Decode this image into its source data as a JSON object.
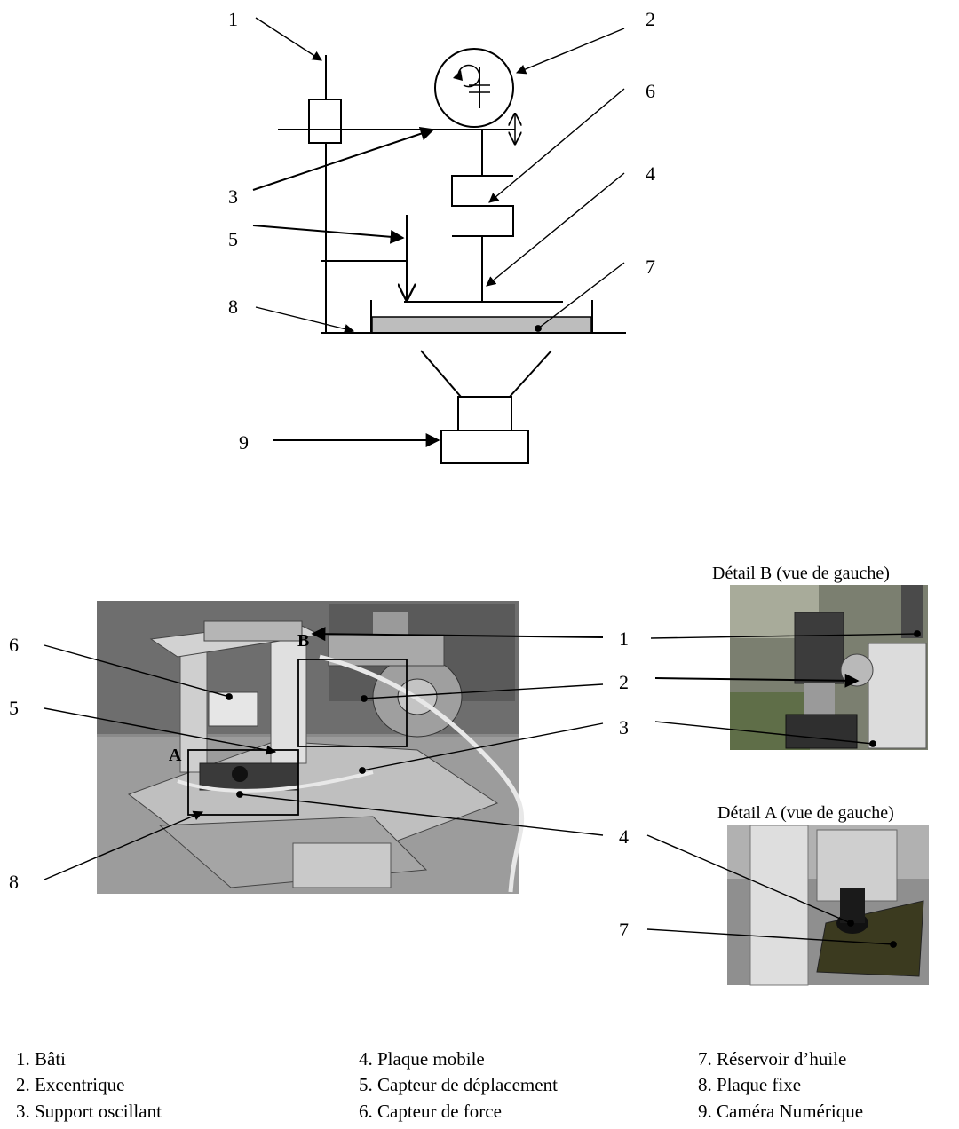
{
  "schematic": {
    "callouts": [
      "1",
      "2",
      "3",
      "4",
      "5",
      "6",
      "7",
      "8",
      "9"
    ]
  },
  "photo": {
    "main_callouts": {
      "c1": "1",
      "c2": "2",
      "c3": "3",
      "c4": "4",
      "c5": "5",
      "c6": "6",
      "c7": "7",
      "c8": "8"
    },
    "box_labels": {
      "a": "A",
      "b": "B"
    },
    "detail_b_caption": "Détail B (vue de gauche)",
    "detail_a_caption": "Détail A (vue de gauche)"
  },
  "legend": {
    "col1": [
      "1. Bâti",
      "2. Excentrique",
      "3. Support oscillant"
    ],
    "col2": [
      "4. Plaque mobile",
      "5. Capteur de  déplacement",
      "6. Capteur de force"
    ],
    "col3": [
      "7. Réservoir d’huile",
      "8. Plaque fixe",
      "9. Caméra Numérique"
    ]
  }
}
